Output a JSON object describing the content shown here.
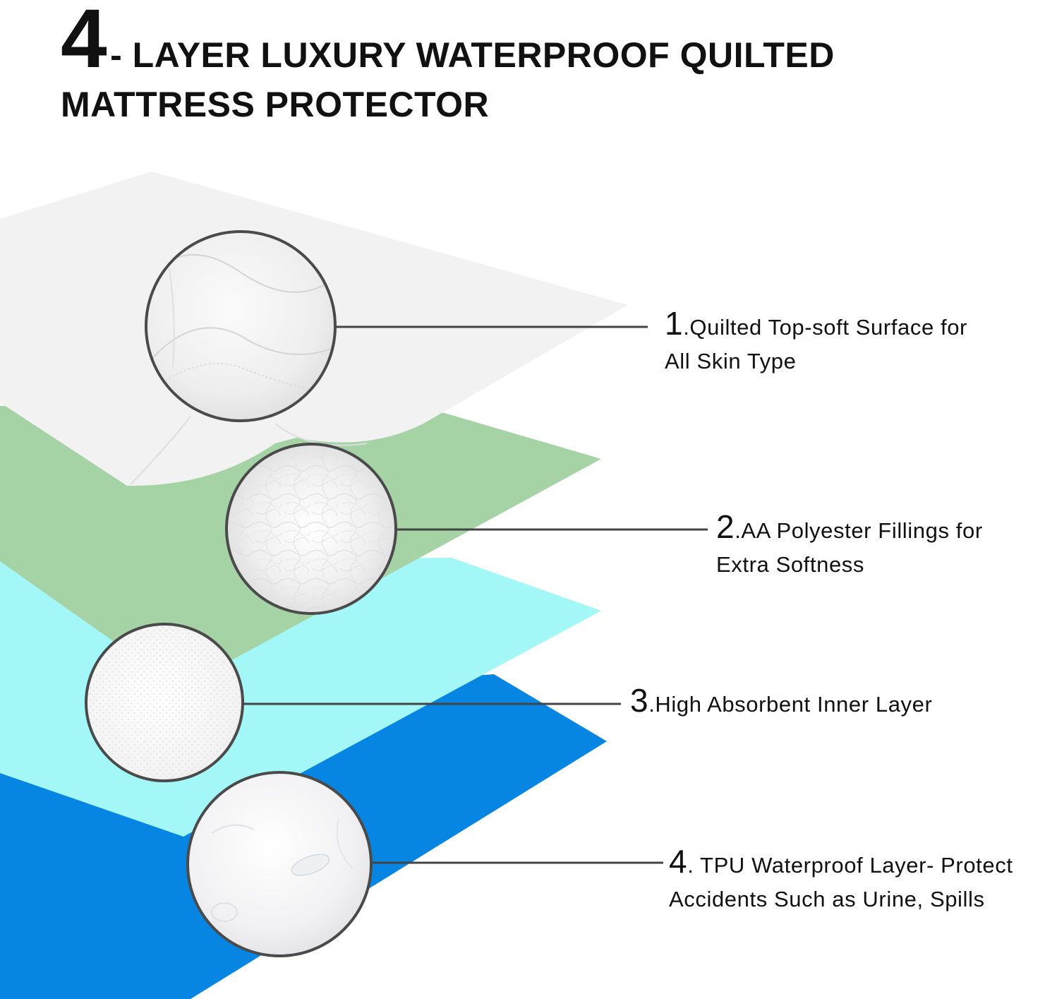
{
  "title": {
    "number": "4",
    "line1_rest": "- LAYER LUXURY WATERPROOF QUILTED",
    "line2": "MATTRESS PROTECTOR"
  },
  "layers": [
    {
      "name": "quilted-top",
      "color": "#f2f2f2",
      "callout_number": "1",
      "callout_line1": ".Quilted Top-soft Surface for",
      "callout_line2": "All Skin Type"
    },
    {
      "name": "polyester-filling",
      "color": "#a5d3a6",
      "callout_number": "2",
      "callout_line1": ".AA Polyester Fillings for",
      "callout_line2": "Extra Softness"
    },
    {
      "name": "absorbent-inner",
      "color": "#a3f8f7",
      "callout_number": "3",
      "callout_line1": ".High Absorbent Inner Layer",
      "callout_line2": ""
    },
    {
      "name": "tpu-waterproof",
      "color": "#0785e2",
      "callout_number": "4",
      "callout_line1": ". TPU Waterproof Layer- Protect",
      "callout_line2": "Accidents Such as Urine, Spills"
    }
  ]
}
